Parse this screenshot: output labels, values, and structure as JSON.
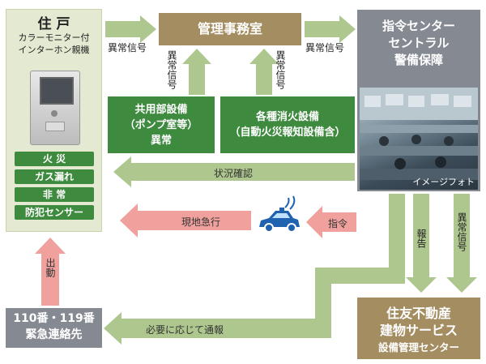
{
  "resident": {
    "title": "住 戸",
    "subtitle_1": "カラーモニター付",
    "subtitle_2": "インターホン親機",
    "alarms": [
      "火 災",
      "ガス漏れ",
      "非 常",
      "防犯センサー"
    ]
  },
  "office": {
    "label": "管理事務室"
  },
  "command": {
    "title_1": "指令センター",
    "title_2": "セントラル",
    "title_3": "警備保障",
    "photo_caption": "イメージフォト"
  },
  "common_facility": {
    "line_1": "共用部設備",
    "line_2": "（ポンプ室等）",
    "line_3": "異常"
  },
  "fire_facility": {
    "line_1": "各種消火設備",
    "line_2": "（自動火災報知設備含）"
  },
  "emergency_contact": {
    "line_1": "110番・119番",
    "line_2": "緊急連絡先"
  },
  "sumitomo": {
    "line_1": "住友不動産",
    "line_2": "建物サービス",
    "line_3": "設備管理センター"
  },
  "labels": {
    "abnormal_signal": "異常信号",
    "status_check": "状況確認",
    "rush_to_site": "現地急行",
    "dispatch_order": "指令",
    "report": "報告",
    "notify_as_needed": "必要に応じて通報",
    "dispatch": "出動"
  },
  "colors": {
    "green_arrow": "#aec78f",
    "pink_arrow": "#f0a19d",
    "dark_green": "#3e8a3f",
    "brown": "#a58d62",
    "gray": "#858992",
    "light_green_bg": "#e4ead2",
    "car_blue": "#1f63b0"
  },
  "icons": [
    "intercom-panel",
    "patrol-car-icon",
    "signal-wave-icon"
  ]
}
